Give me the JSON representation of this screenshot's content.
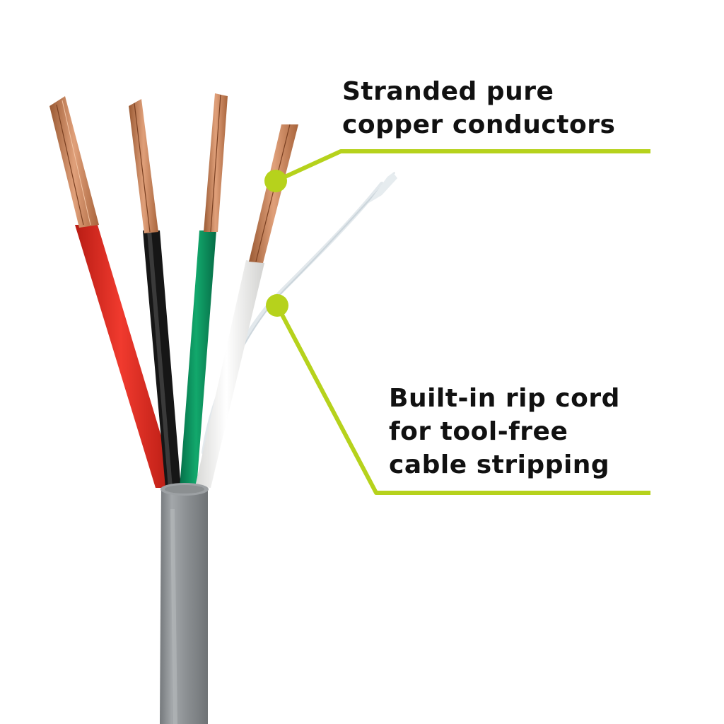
{
  "callouts": {
    "conductors": {
      "lines": [
        "Stranded pure",
        "copper conductors"
      ]
    },
    "rip_cord": {
      "lines": [
        "Built-in rip cord",
        "for tool-free",
        "cable stripping"
      ]
    }
  },
  "colors": {
    "accent": "#b6d21c",
    "jacket": "#8f9396",
    "copper": "#c47c50",
    "wire_red": "#d8261d",
    "wire_black": "#161616",
    "wire_green": "#0a8f5c",
    "wire_white": "#f2f2f0",
    "text": "#111111"
  }
}
